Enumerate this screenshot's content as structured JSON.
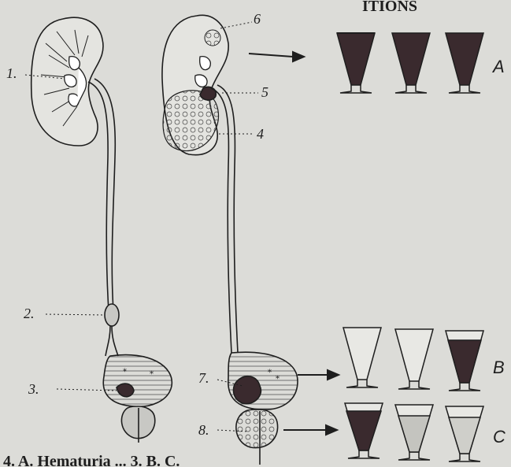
{
  "top_heading": "ITIONS",
  "caption": "4. A. Hematuria ... 3. B. C.",
  "labels": {
    "n1": "1.",
    "n2": "2.",
    "n3": "3.",
    "n4": "4",
    "n5": "5",
    "n6": "6",
    "n7": "7.",
    "n8": "8."
  },
  "groups": {
    "A": "A",
    "B": "B",
    "C": "C"
  },
  "colors": {
    "ink": "#1e1e1e",
    "blood": "#3a2a2e",
    "paper": "#dcdcd8"
  }
}
